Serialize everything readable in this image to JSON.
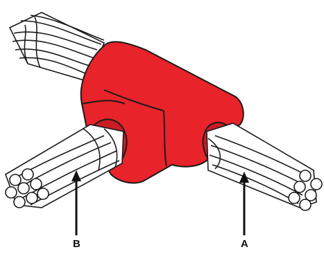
{
  "diagram": {
    "labels": {
      "a": "A",
      "b": "B"
    },
    "colors": {
      "connector": "#E8232A",
      "outline": "#1a1a1a",
      "strand": "#ffffff",
      "arrow": "#111111"
    },
    "components": [
      "compression-tee-connector",
      "run-cable",
      "tap-cable"
    ]
  }
}
